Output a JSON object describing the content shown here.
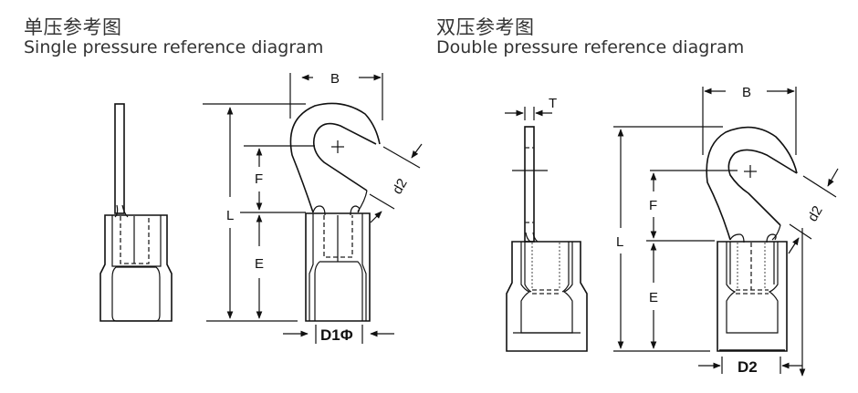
{
  "single": {
    "title_cn": "单压参考图",
    "title_en": "Single pressure reference diagram",
    "labels": {
      "B": "B",
      "F": "F",
      "L": "L",
      "E": "E",
      "d2": "d2",
      "D1": "D1Φ"
    }
  },
  "double": {
    "title_cn": "双压参考图",
    "title_en": "Double pressure reference diagram",
    "labels": {
      "T": "T",
      "B": "B",
      "F": "F",
      "L": "L",
      "E": "E",
      "d2": "d2",
      "D2": "D2"
    }
  },
  "colors": {
    "line": "#111111",
    "text": "#333333",
    "background": "#ffffff"
  }
}
